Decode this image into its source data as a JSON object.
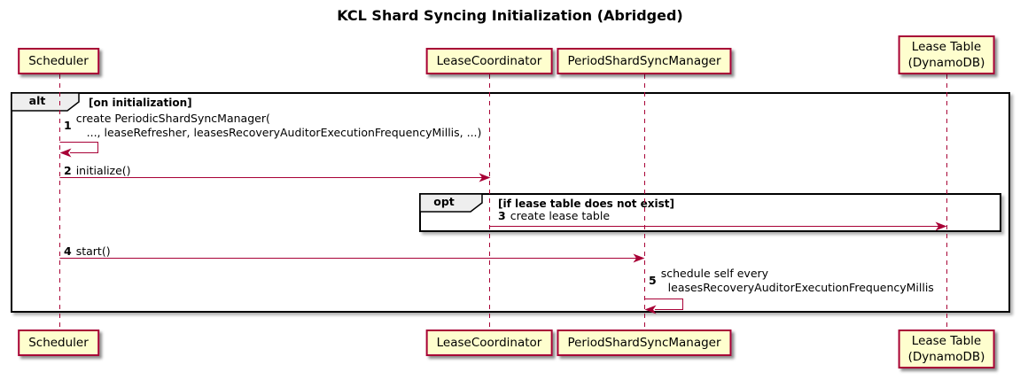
{
  "title": "KCL Shard Syncing Initialization (Abridged)",
  "participants": [
    {
      "label": "Scheduler"
    },
    {
      "label": "LeaseCoordinator"
    },
    {
      "label": "PeriodShardSyncManager"
    },
    {
      "label": "Lease Table\n(DynamoDB)"
    }
  ],
  "frames": {
    "alt": {
      "keyword": "alt",
      "guard": "[on initialization]"
    },
    "opt": {
      "keyword": "opt",
      "guard": "[if lease table does not exist]"
    }
  },
  "messages": [
    {
      "number": "1",
      "text": "create PeriodicShardSyncManager(\n   ..., leaseRefresher, leasesRecoveryAuditorExecutionFrequencyMillis, ...)"
    },
    {
      "number": "2",
      "text": "initialize()"
    },
    {
      "number": "3",
      "text": "create lease table"
    },
    {
      "number": "4",
      "text": "start()"
    },
    {
      "number": "5",
      "text": "schedule self every\n  leasesRecoveryAuditorExecutionFrequencyMillis"
    }
  ],
  "colors": {
    "accent": "#A80036",
    "participant_fill": "#FEFECE",
    "label_bg": "#EEEEEE",
    "frame_border": "#000000"
  }
}
